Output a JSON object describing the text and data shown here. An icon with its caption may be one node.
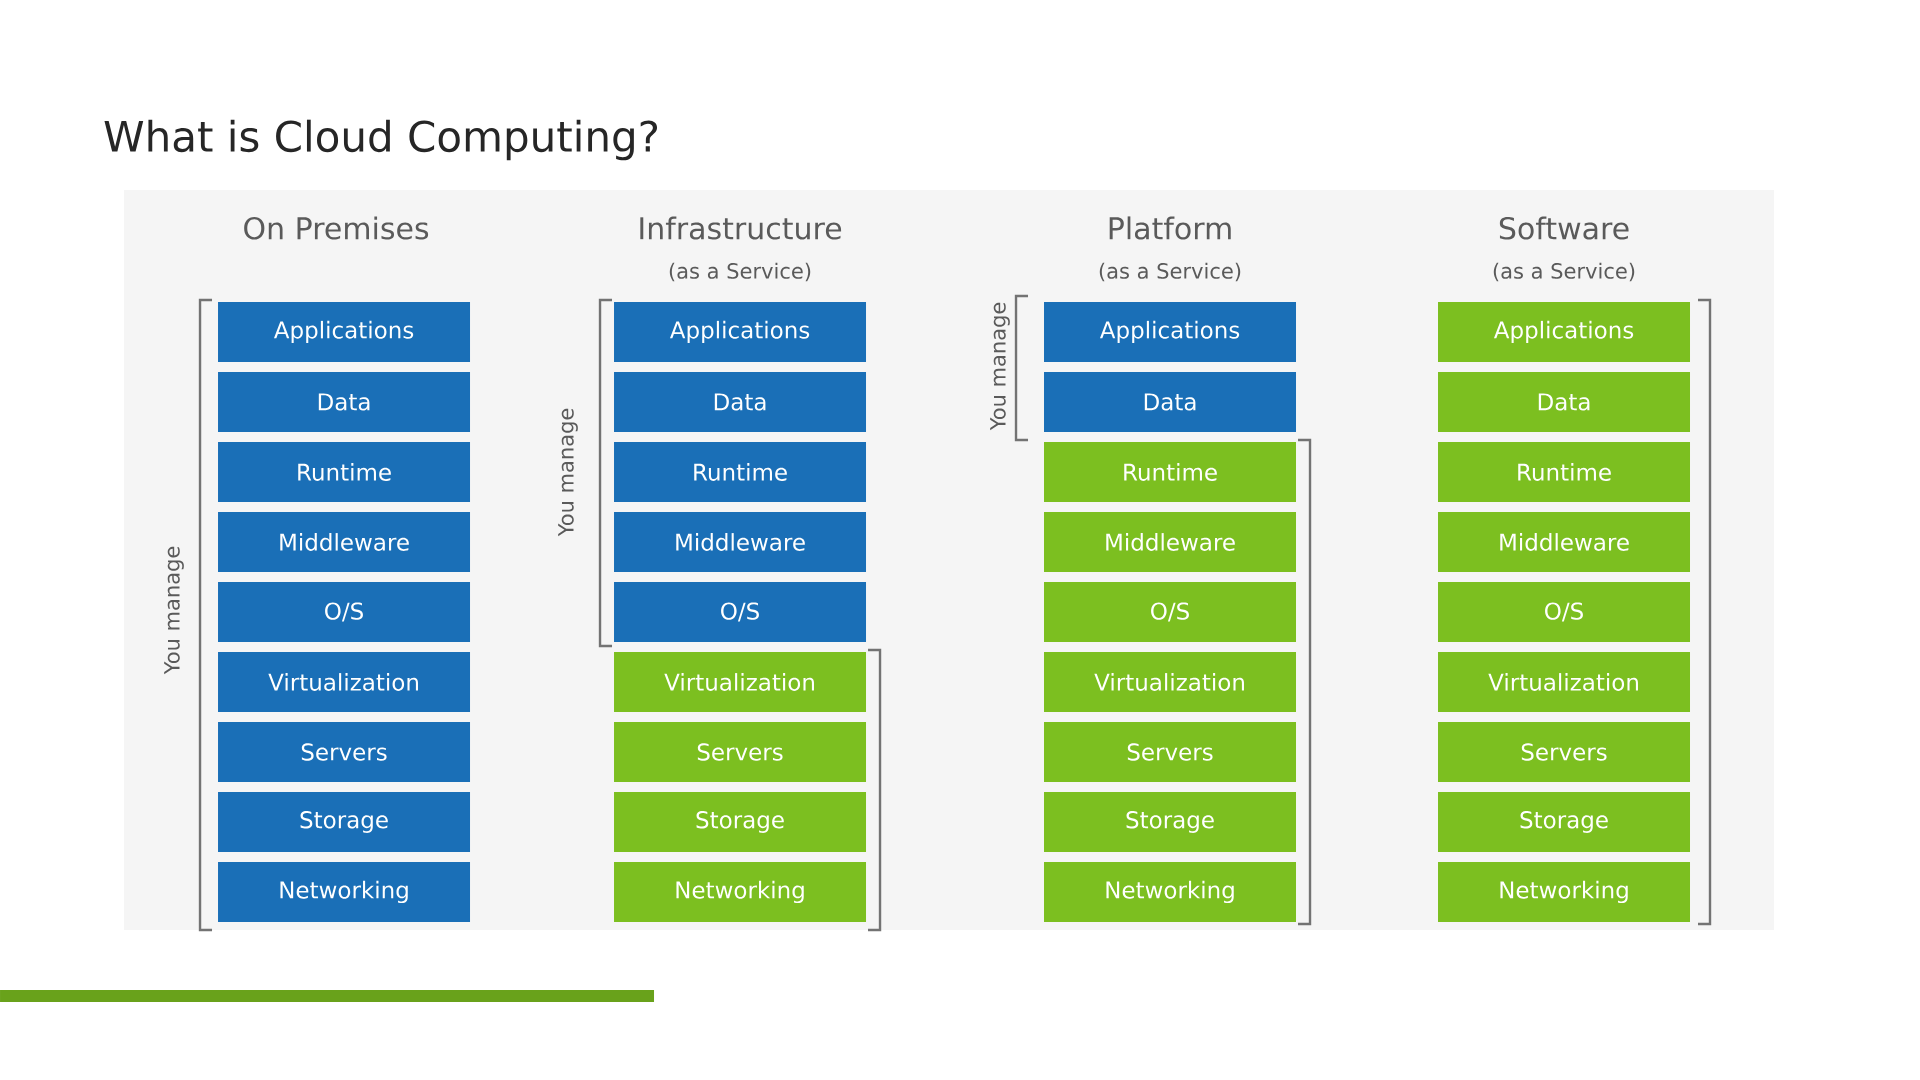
{
  "diagram": {
    "title": "What is Cloud Computing?",
    "nodes": [
      {
        "text": [
          "Applications"
        ]
      },
      {
        "text": [
          "Data"
        ]
      },
      {
        "text": [
          "Runtime"
        ]
      },
      {
        "text": [
          "Middleware"
        ]
      },
      {
        "text": [
          "O/S"
        ]
      },
      {
        "text": [
          "Virtualization"
        ]
      },
      {
        "text": [
          "Servers"
        ]
      },
      {
        "text": [
          "Storage"
        ]
      },
      {
        "text": [
          "Networking"
        ]
      },
      {
        "text": [
          "Applications"
        ]
      },
      {
        "text": [
          "Data"
        ]
      },
      {
        "text": [
          "Runtime"
        ]
      },
      {
        "text": [
          "Middleware"
        ]
      },
      {
        "text": [
          "O/S"
        ]
      },
      {
        "text": [
          "Virtualization"
        ]
      },
      {
        "text": [
          "Servers"
        ]
      },
      {
        "text": [
          "Storage"
        ]
      },
      {
        "text": [
          "Networking"
        ]
      },
      {
        "text": [
          "Applications"
        ]
      },
      {
        "text": [
          "Data"
        ]
      },
      {
        "text": [
          "Runtime"
        ]
      },
      {
        "text": [
          "Middleware"
        ]
      },
      {
        "text": [
          "O/S"
        ]
      },
      {
        "text": [
          "Virtualization"
        ]
      },
      {
        "text": [
          "Servers"
        ]
      },
      {
        "text": [
          "Storage"
        ]
      },
      {
        "text": [
          "Networking"
        ]
      },
      {
        "text": [
          "Applications"
        ]
      },
      {
        "text": [
          "Data"
        ]
      },
      {
        "text": [
          "Runtime"
        ]
      },
      {
        "text": [
          "Middleware"
        ]
      },
      {
        "text": [
          "O/S"
        ]
      },
      {
        "text": [
          "Virtualization"
        ]
      },
      {
        "text": [
          "Servers"
        ]
      },
      {
        "text": [
          "Storage"
        ]
      },
      {
        "text": [
          "Networking"
        ]
      }
    ],
    "labels": [
      "On Premises",
      "Infrastructure",
      "(as a Service)",
      "Platform",
      "(as a Service)",
      "Software",
      "(as a Service)",
      "You manage",
      "You manage",
      "You manage"
    ]
  }
}
